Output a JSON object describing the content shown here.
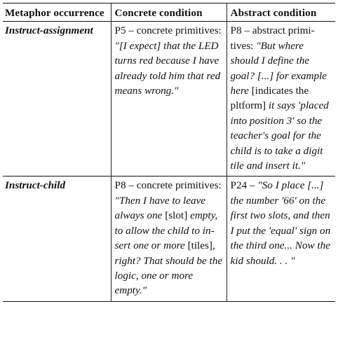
{
  "table": {
    "headers": [
      "Metaphor occur­rence",
      "Concrete condition",
      "Abstract condition"
    ],
    "rows": [
      {
        "metaphor": "Instruct-assignment",
        "concrete": {
          "lead": "P5 – concrete primi­tives: ",
          "quote": "\"[I expect] that the LED turns red because I have al­ready told him that red means wrong.\""
        },
        "abstract": {
          "lead": "P8 – abstract prim­i­tives: ",
          "q1": "\"But where should I define the goal? [...] for exam­ple here ",
          "mid": "[indicates the pltform] ",
          "q2": "it says 'placed into position 3' so the teacher's goal for the child is to take a digit tile and insert it.\""
        }
      },
      {
        "metaphor": "Instruct-child",
        "concrete": {
          "lead": "P8 – concrete prim­i­tives: ",
          "q1": "\"Then I have to leave always one ",
          "b1": "[slot] ",
          "q2": "empty, to al­low the child to in­sert one or more ",
          "b2": "[tiles], ",
          "q3": "right? That should be the logic, one or more empty.\""
        },
        "abstract": {
          "lead": "P24 – ",
          "quote": "\"So I place [...] the number '66' on the first two slots, and then I put the 'equal' sign on the third one... Now the kid should. . . \""
        }
      }
    ]
  }
}
